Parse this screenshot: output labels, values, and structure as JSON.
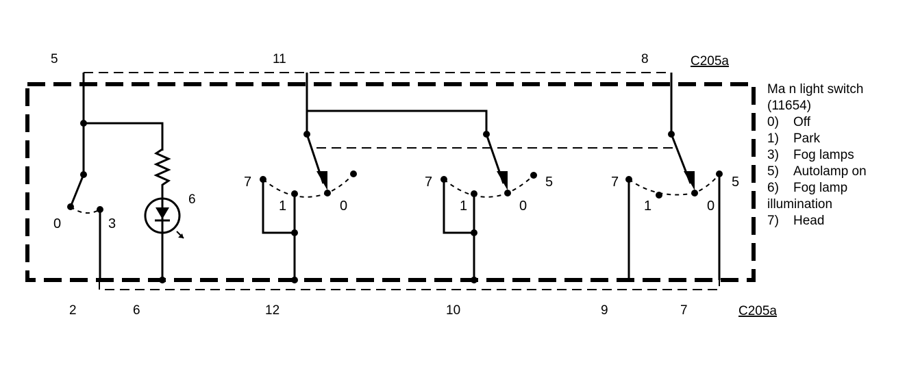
{
  "connectors": {
    "top": "C205a",
    "bottom": "C205a"
  },
  "top_pins": [
    "5",
    "11",
    "8"
  ],
  "bottom_pins": [
    "2",
    "6",
    "12",
    "10",
    "9",
    "7"
  ],
  "component_label": "6",
  "switch_left": {
    "pos0": "0",
    "pos3": "3"
  },
  "switch_a": {
    "pos7": "7",
    "pos1": "1",
    "pos0": "0"
  },
  "switch_b": {
    "pos7": "7",
    "pos1": "1",
    "pos0": "0",
    "pos5": "5"
  },
  "switch_c": {
    "pos7": "7",
    "pos1": "1",
    "pos0": "0",
    "pos5": "5"
  },
  "legend": {
    "title": "Ma n light switch",
    "part_number": "(11654)",
    "items": [
      {
        "code": "0)",
        "text": "Off"
      },
      {
        "code": "1)",
        "text": "Park"
      },
      {
        "code": "3)",
        "text": "Fog lamps"
      },
      {
        "code": "5)",
        "text": "Autolamp on"
      },
      {
        "code": "6)",
        "text": "Fog lamp"
      }
    ],
    "continuation": "illumination",
    "last": {
      "code": "7)",
      "text": "Head"
    }
  }
}
